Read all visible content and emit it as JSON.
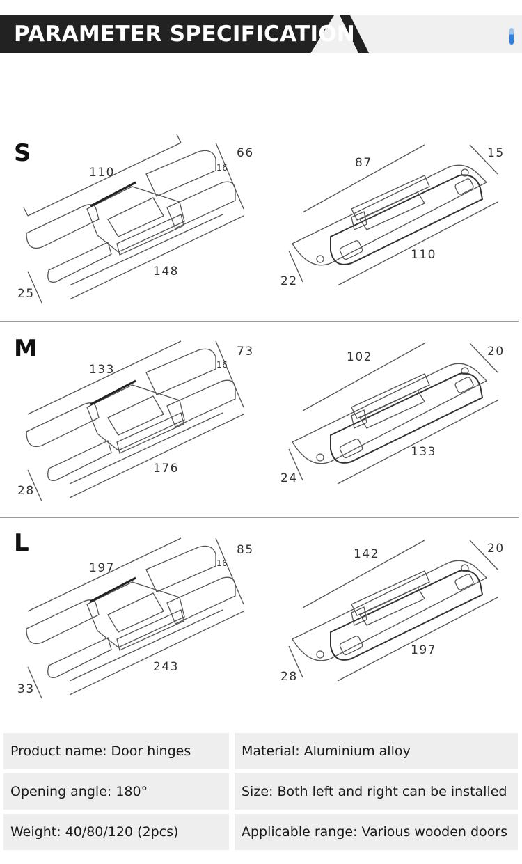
{
  "header": {
    "title": "PARAMETER SPECIFICATION"
  },
  "sizes": [
    {
      "letter": "S",
      "left": {
        "length": "110",
        "body": "148",
        "height": "66",
        "thickness": "16",
        "width": "25"
      },
      "right": {
        "length": "87",
        "body": "110",
        "depth": "15",
        "width": "22"
      }
    },
    {
      "letter": "M",
      "left": {
        "length": "133",
        "body": "176",
        "height": "73",
        "thickness": "16",
        "width": "28"
      },
      "right": {
        "length": "102",
        "body": "133",
        "depth": "20",
        "width": "24"
      }
    },
    {
      "letter": "L",
      "left": {
        "length": "197",
        "body": "243",
        "height": "85",
        "thickness": "16",
        "width": "33"
      },
      "right": {
        "length": "142",
        "body": "197",
        "depth": "20",
        "width": "28"
      }
    }
  ],
  "specs": [
    "Product name: Door hinges",
    "Material: Aluminium alloy",
    "Opening angle: 180°",
    "Size: Both left and right can be installed",
    "Weight: 40/80/120 (2pcs)",
    "Applicable range: Various wooden doors"
  ]
}
